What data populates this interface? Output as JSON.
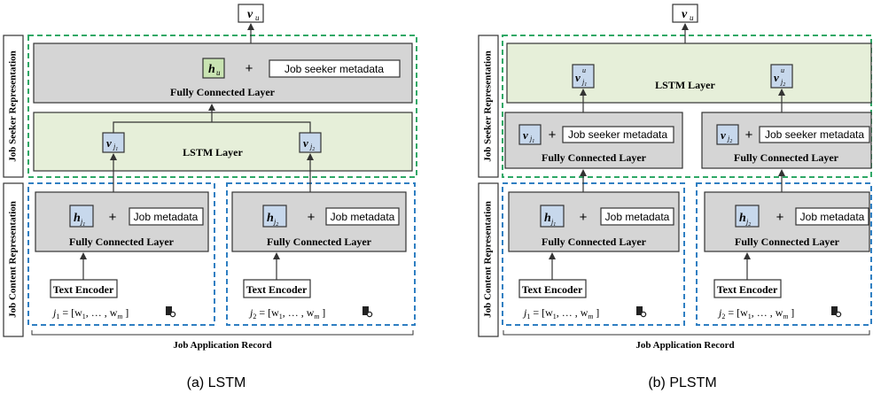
{
  "colors": {
    "layer_gray": "#d5d5d5",
    "lstm_green": "#e6efd9",
    "vec_blue": "#c7d8ec",
    "vec_green": "#c9e4b2",
    "dash_green": "#2fa866",
    "dash_blue": "#2f7fc2",
    "stroke": "#3a3a3a",
    "text": "#111111"
  },
  "side_labels": {
    "job_seeker": "Job Seeker Representation",
    "job_content": "Job Content Representation"
  },
  "common": {
    "v_u": "v",
    "v_u_sub": "u",
    "fc_layer": "Fully Connected Layer",
    "lstm_layer": "LSTM Layer",
    "text_encoder": "Text Encoder",
    "job_metadata": "Job metadata",
    "job_seeker_metadata": "Job seeker metadata",
    "plus": "+",
    "job_app_record": "Job Application Record",
    "seq_eq": "= [w",
    "seq_mid": ", … , w",
    "seq_end": " ]",
    "h_u_base": "h",
    "h_u_sub": "u",
    "h_base": "h",
    "v_base": "v",
    "j1": "j",
    "j1_idx": "1",
    "j2_idx": "2",
    "w1_idx": "1",
    "wm_idx": "m",
    "sup_u": "u"
  },
  "panels": {
    "a_caption": "(a) LSTM",
    "b_caption": "(b) PLSTM"
  }
}
